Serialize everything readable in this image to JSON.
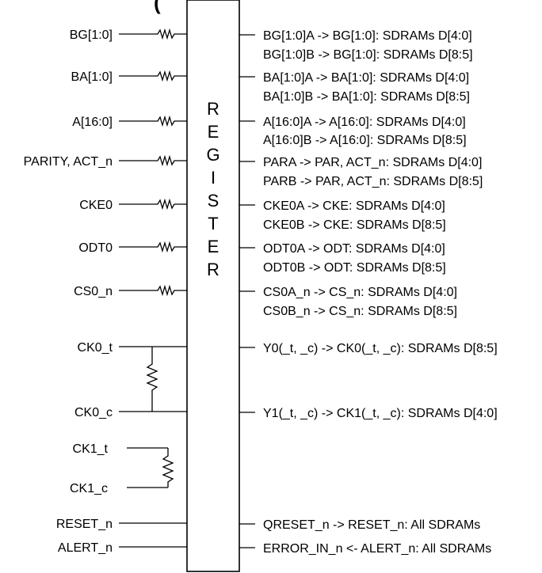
{
  "title_fragment": "(",
  "register_label": [
    "R",
    "E",
    "G",
    "I",
    "S",
    "T",
    "E",
    "R"
  ],
  "inputs": {
    "bg": "BG[1:0]",
    "ba": "BA[1:0]",
    "a": "A[16:0]",
    "parity": "PARITY, ACT_n",
    "cke": "CKE0",
    "odt": "ODT0",
    "cs": "CS0_n",
    "ck0t": "CK0_t",
    "ck0c": "CK0_c",
    "ck1t": "CK1_t",
    "ck1c": "CK1_c",
    "reset": "RESET_n",
    "alert": "ALERT_n"
  },
  "outputs": {
    "bg_a": "BG[1:0]A -> BG[1:0]: SDRAMs D[4:0]",
    "bg_b": "BG[1:0]B -> BG[1:0]: SDRAMs D[8:5]",
    "ba_a": "BA[1:0]A -> BA[1:0]: SDRAMs D[4:0]",
    "ba_b": "BA[1:0]B -> BA[1:0]: SDRAMs D[8:5]",
    "a_a": "A[16:0]A -> A[16:0]: SDRAMs D[4:0]",
    "a_b": "A[16:0]B -> A[16:0]: SDRAMs D[8:5]",
    "par_a": "PARA -> PAR, ACT_n: SDRAMs D[4:0]",
    "par_b": "PARB -> PAR, ACT_n: SDRAMs D[8:5]",
    "cke_a": "CKE0A -> CKE: SDRAMs D[4:0]",
    "cke_b": "CKE0B -> CKE: SDRAMs D[8:5]",
    "odt_a": "ODT0A -> ODT: SDRAMs D[4:0]",
    "odt_b": "ODT0B -> ODT: SDRAMs D[8:5]",
    "cs_a": "CS0A_n -> CS_n: SDRAMs D[4:0]",
    "cs_b": "CS0B_n -> CS_n: SDRAMs D[8:5]",
    "y0": "Y0(_t, _c) -> CK0(_t, _c): SDRAMs D[8:5]",
    "y1": "Y1(_t, _c) -> CK1(_t, _c): SDRAMs D[4:0]",
    "qreset": "QRESET_n -> RESET_n: All SDRAMs",
    "error": "ERROR_IN_n <- ALERT_n: All SDRAMs"
  }
}
